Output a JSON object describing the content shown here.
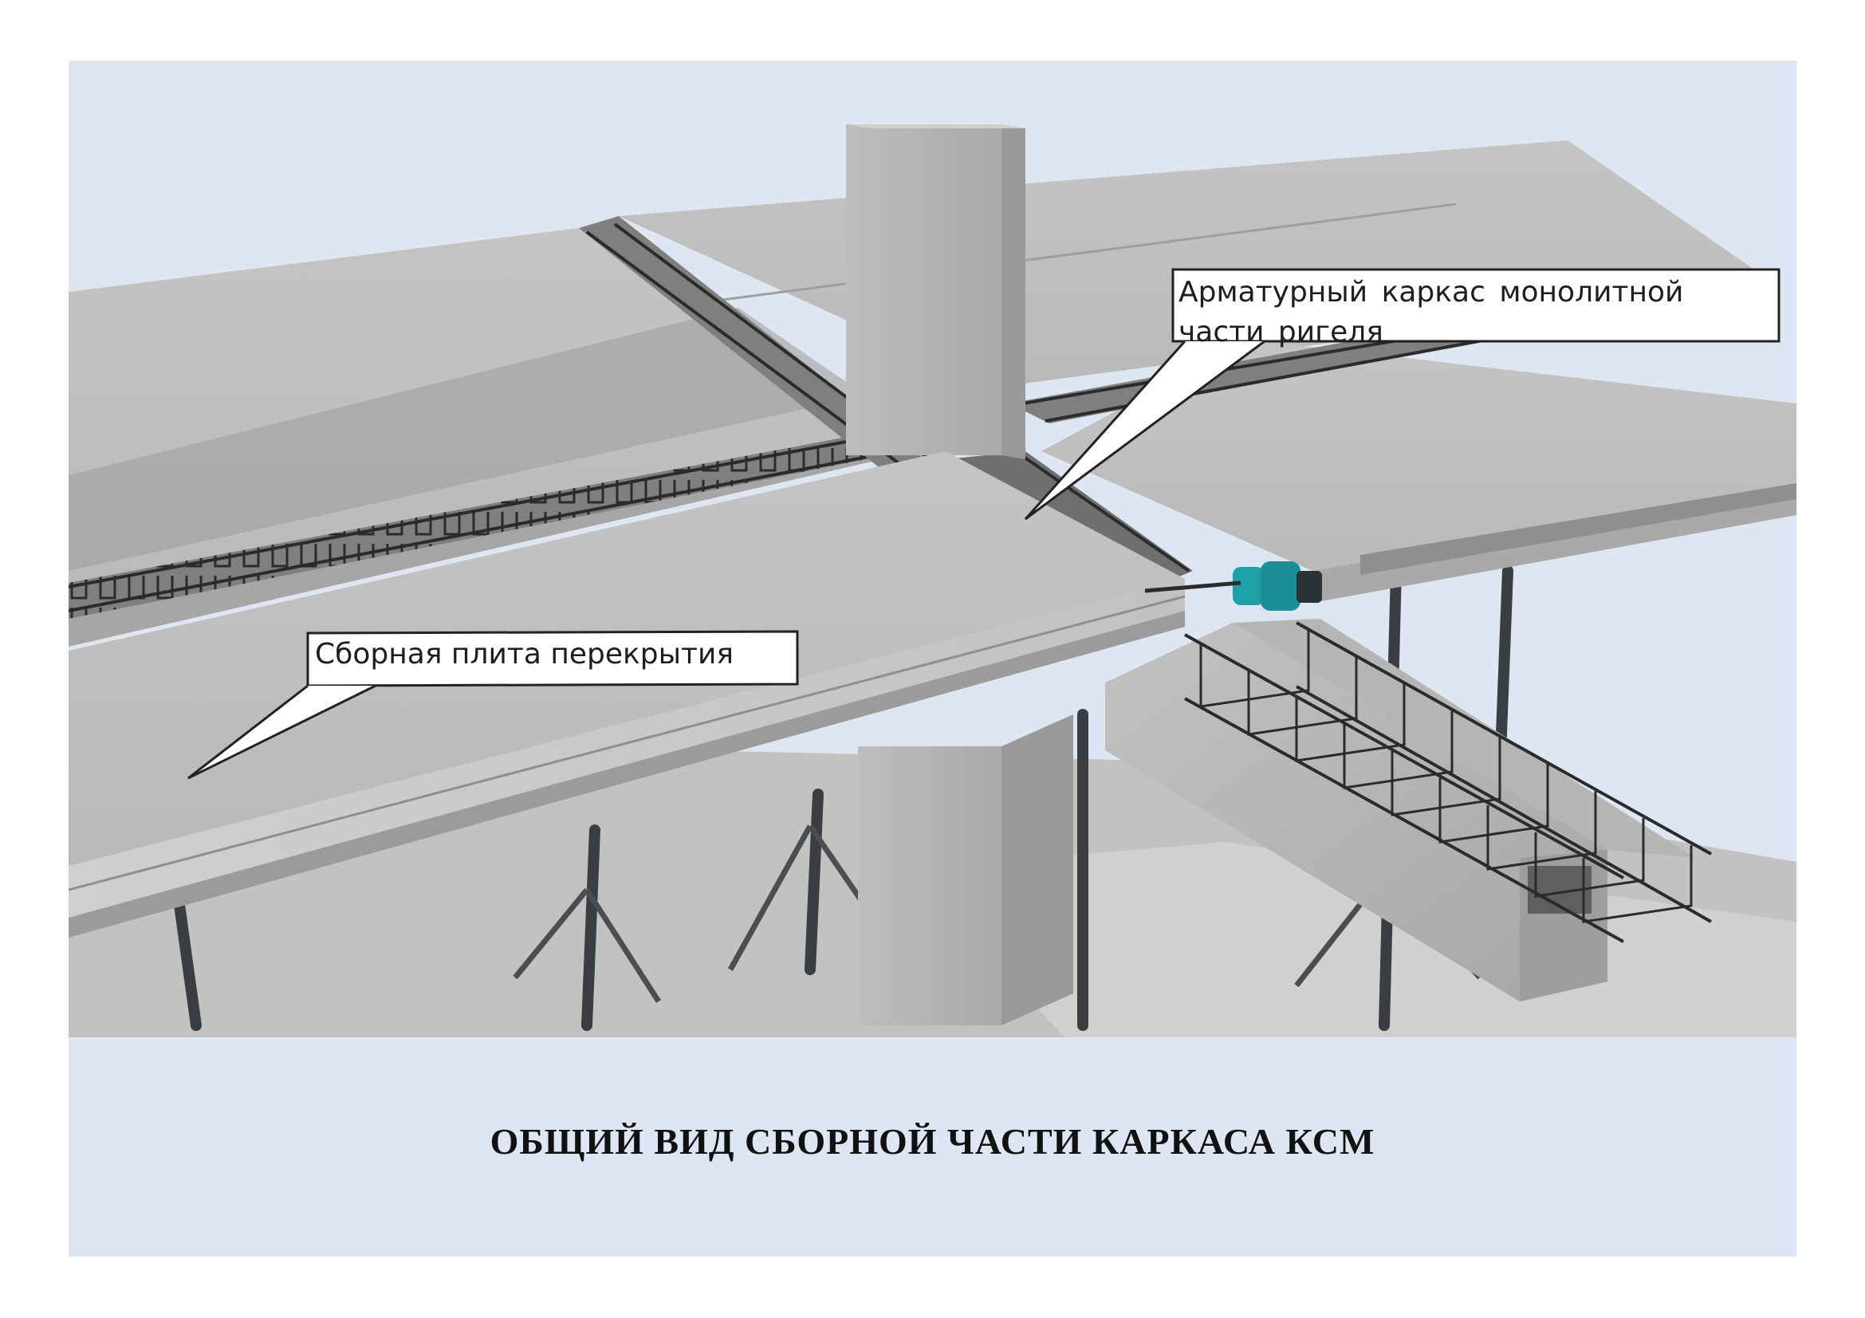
{
  "caption": "ОБЩИЙ ВИД СБОРНОЙ ЧАСТИ КАРКАСА КСМ",
  "callouts": {
    "slab": {
      "text": "Сборная плита перекрытия"
    },
    "rebar_cage": {
      "line1": "Арматурный  каркас  монолитной",
      "line2": "части ригеля"
    }
  },
  "colors": {
    "background": "#dde6f2",
    "concrete_light": "#c9c9c7",
    "concrete_mid": "#b3b3b1",
    "concrete_dark": "#8e8e8c",
    "rebar": "#2b2b2b",
    "connector": "#1f9fa6"
  }
}
